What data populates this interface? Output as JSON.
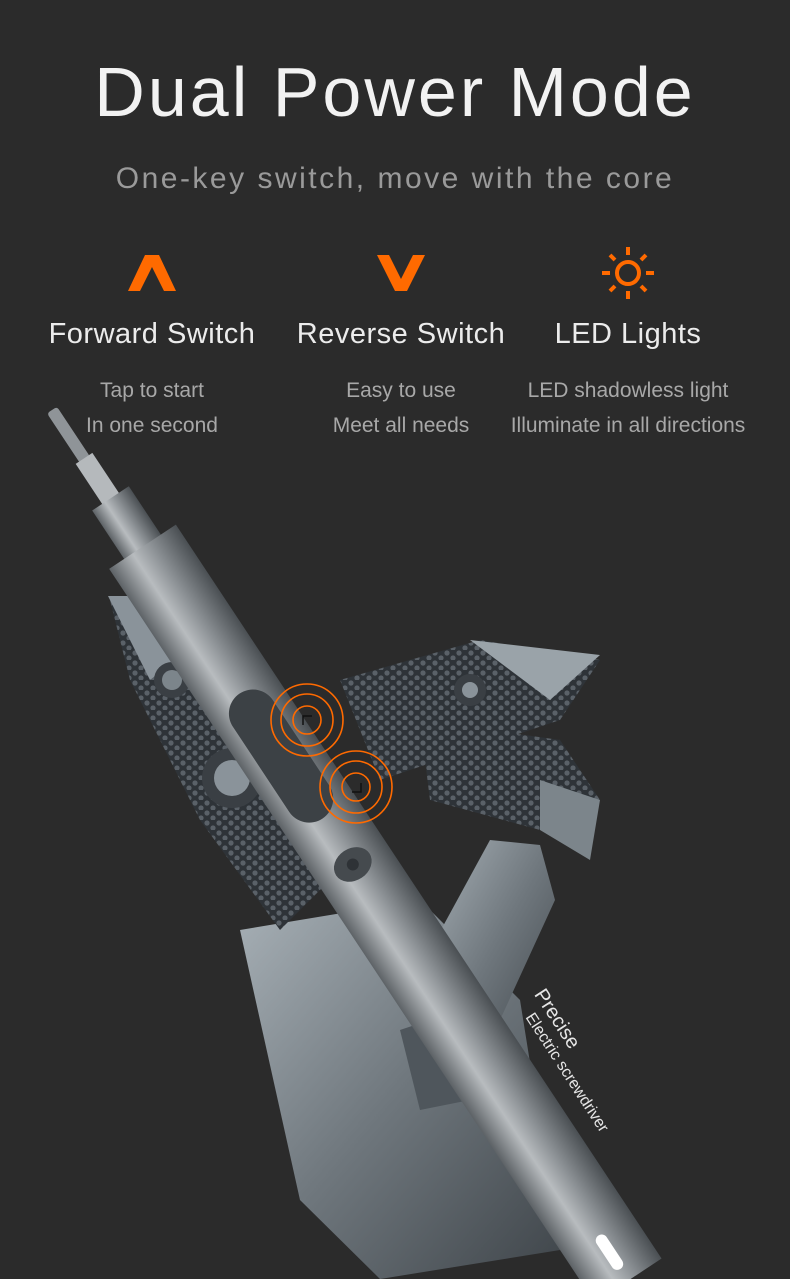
{
  "header": {
    "title": "Dual Power Mode",
    "subtitle": "One-key switch, move with the core"
  },
  "features": [
    {
      "icon": "chevron-up-icon",
      "name": "Forward Switch",
      "desc_line1": "Tap to start",
      "desc_line2": "In one second"
    },
    {
      "icon": "chevron-down-icon",
      "name": "Reverse Switch",
      "desc_line1": "Easy to use",
      "desc_line2": "Meet all needs"
    },
    {
      "icon": "sun-icon",
      "name": "LED Lights",
      "desc_line1": "LED shadowless light",
      "desc_line2": "Illuminate in all directions"
    }
  ],
  "product": {
    "engraving_line1": "Precise",
    "engraving_line2": "Electric screwdriver"
  },
  "colors": {
    "background": "#2b2b2b",
    "accent": "#ff6a00",
    "title": "#f2f2f2",
    "subtitle": "#9a9a9a"
  }
}
